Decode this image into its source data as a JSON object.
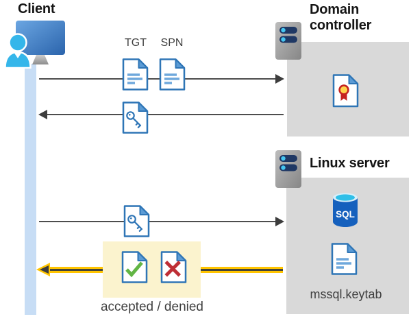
{
  "client": {
    "label": "Client"
  },
  "flow_labels": {
    "tgt": "TGT",
    "spn": "SPN"
  },
  "domain_controller": {
    "label": "Domain controller"
  },
  "linux_server": {
    "label": "Linux server",
    "sql_badge": "SQL",
    "keytab_file": "mssql.keytab"
  },
  "result": {
    "label": "accepted / denied"
  },
  "icons": {
    "client-computer-icon": "monitor-with-user-silhouette",
    "server-tower-icon": "gray-server-tower-with-indicator-pills",
    "tgt-document-icon": "document-with-text-lines",
    "spn-document-icon": "document-with-text-lines",
    "ticket-key-document-icon": "document-with-key",
    "certificate-document-icon": "document-with-ribbon-seal",
    "sql-database-icon": "blue-database-cylinder",
    "keytab-document-icon": "document-with-text-lines",
    "accepted-document-icon": "document-with-green-check",
    "denied-document-icon": "document-with-red-x"
  },
  "colors": {
    "accent-blue": "#2E75B6",
    "fold-blue": "#5B9BD5",
    "doc-line-blue": "#6FA8DC",
    "person-cyan": "#35B6EA",
    "lifeline-blue": "#C7DDF5",
    "server-pill-navy": "#1F3864",
    "server-dot-cyan": "#45C6F1",
    "box-gray": "#D9D9D9",
    "arrow-gray": "#4D4D4D",
    "highlight-yellow": "#FBF3CE",
    "arrow-gold": "#FFC400",
    "check-green": "#62B544",
    "cross-red": "#BE2E35",
    "cert-red": "#C5221F",
    "cert-gold": "#FFD34D",
    "sql-blue": "#1560BD",
    "sql-top-cyan": "#2FBFE8"
  }
}
